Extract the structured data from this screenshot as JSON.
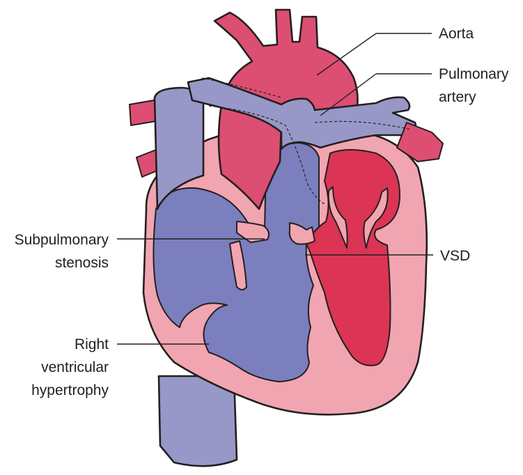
{
  "labels": {
    "aorta": "Aorta",
    "pulmonary_artery_line1": "Pulmonary",
    "pulmonary_artery_line2": "artery",
    "subpulmonary_line1": "Subpulmonary",
    "subpulmonary_line2": "stenosis",
    "vsd": "VSD",
    "rvh_line1": "Right",
    "rvh_line2": "ventricular",
    "rvh_line3": "hypertrophy"
  },
  "colors": {
    "oxygenated": "#dd4e73",
    "left_ventricle_blood": "#dc3455",
    "deoxygenated": "#7b7fbd",
    "vena_cava": "#9898c8",
    "myocardium": "#f1a5b1",
    "outline": "#231f20",
    "background": "#ffffff"
  }
}
